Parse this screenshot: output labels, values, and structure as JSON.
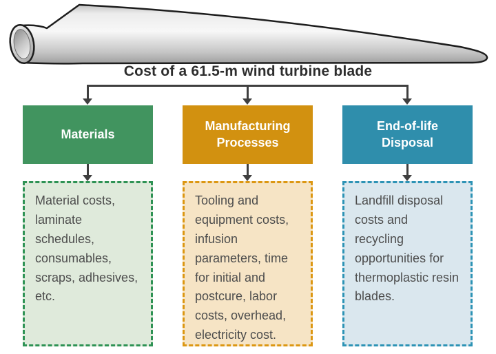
{
  "illustration": "wind-turbine-blade",
  "title": "Cost of a 61.5-m wind turbine blade",
  "colors": {
    "background": "#FFFFFF",
    "connector": "#3F3F3F",
    "title_text": "#2D2D2D",
    "header_text": "#FFFFFF",
    "detail_text": "#4D4D4D",
    "blade_outline": "#1D1D1D",
    "blade_fill_light": "#F5F5F5",
    "blade_fill_dark": "#A6A6A6"
  },
  "branches": [
    {
      "id": "materials",
      "label": "Materials",
      "header_bg": "#41945F",
      "border_color": "#2E9254",
      "detail_bg": "#DFEADB",
      "detail": "Material costs, laminate schedules, consumables, scraps, adhesives, etc."
    },
    {
      "id": "manufacturing-processes",
      "label": "Manufacturing\nProcesses",
      "header_bg": "#D29110",
      "border_color": "#DC9712",
      "detail_bg": "#F6E4C5",
      "detail": "Tooling and equipment costs, infusion parameters, time for initial and postcure, labor costs, overhead, electricity cost."
    },
    {
      "id": "end-of-life-disposal",
      "label": "End-of-life\nDisposal",
      "header_bg": "#2F8EAC",
      "border_color": "#2D93B5",
      "detail_bg": "#DAE7EE",
      "detail": "Landfill disposal costs and recycling opportunities for thermoplastic resin blades."
    }
  ]
}
